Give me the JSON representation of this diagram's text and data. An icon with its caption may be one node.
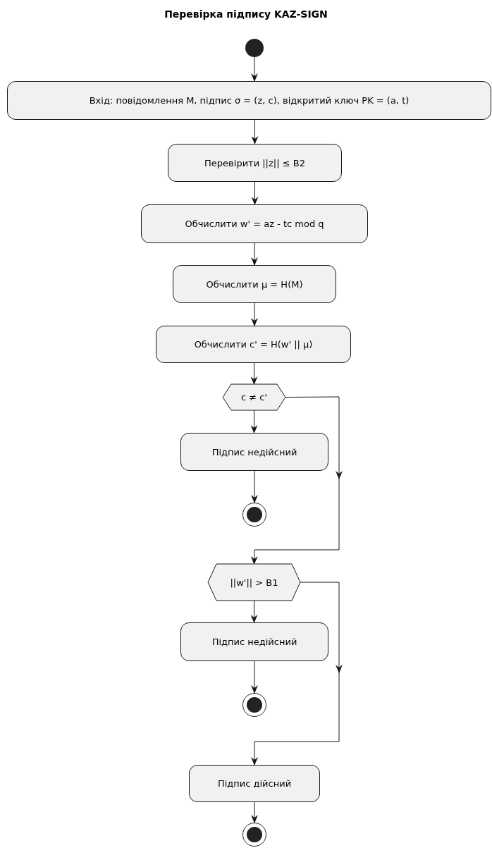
{
  "diagram": {
    "title": "Перевірка підпису KAZ-SIGN",
    "nodes": [
      {
        "text": [],
        "shape": "circle"
      },
      {
        "text": [
          "Вхід: повідомлення M, підпис σ = (z, c), відкритий ключ PK = (a, t)"
        ]
      },
      {
        "text": [
          "Перевірити ||z|| ≤ B2"
        ]
      },
      {
        "text": [
          "Обчислити w' = az - tc mod q"
        ]
      },
      {
        "text": [
          "Обчислити μ = H(M)"
        ]
      },
      {
        "text": [
          "Обчислити c' = H(w' || μ)"
        ]
      },
      {
        "text": [
          "c ≠ c'"
        ]
      },
      {
        "text": [
          "Підпис недійсний"
        ]
      },
      {
        "text": [],
        "shape": "circle"
      },
      {
        "text": [
          "||w'|| > B1"
        ]
      },
      {
        "text": [
          "Підпис недійсний"
        ]
      },
      {
        "text": [],
        "shape": "circle"
      },
      {
        "text": [
          "Підпис дійсний"
        ]
      },
      {
        "text": [],
        "shape": "circle"
      }
    ],
    "edges": [
      {
        "from": 0,
        "to": 1,
        "arrow": "to"
      },
      {
        "from": 1,
        "to": 2,
        "arrow": "to"
      },
      {
        "from": 2,
        "to": 3,
        "arrow": "to"
      },
      {
        "from": 3,
        "to": 4,
        "arrow": "to"
      },
      {
        "from": 4,
        "to": 5,
        "arrow": "to"
      },
      {
        "from": 5,
        "to": 6,
        "arrow": "to"
      },
      {
        "from": 6,
        "to": 7,
        "arrow": "to"
      },
      {
        "from": 7,
        "to": 8,
        "arrow": "to"
      },
      {
        "from": 6,
        "to": 9,
        "arrow": "to"
      },
      {
        "from": 9,
        "to": 10,
        "arrow": "to"
      },
      {
        "from": 10,
        "to": 11,
        "arrow": "to"
      },
      {
        "from": 9,
        "to": 12,
        "arrow": "to"
      },
      {
        "from": 12,
        "to": 13,
        "arrow": "to"
      }
    ]
  }
}
